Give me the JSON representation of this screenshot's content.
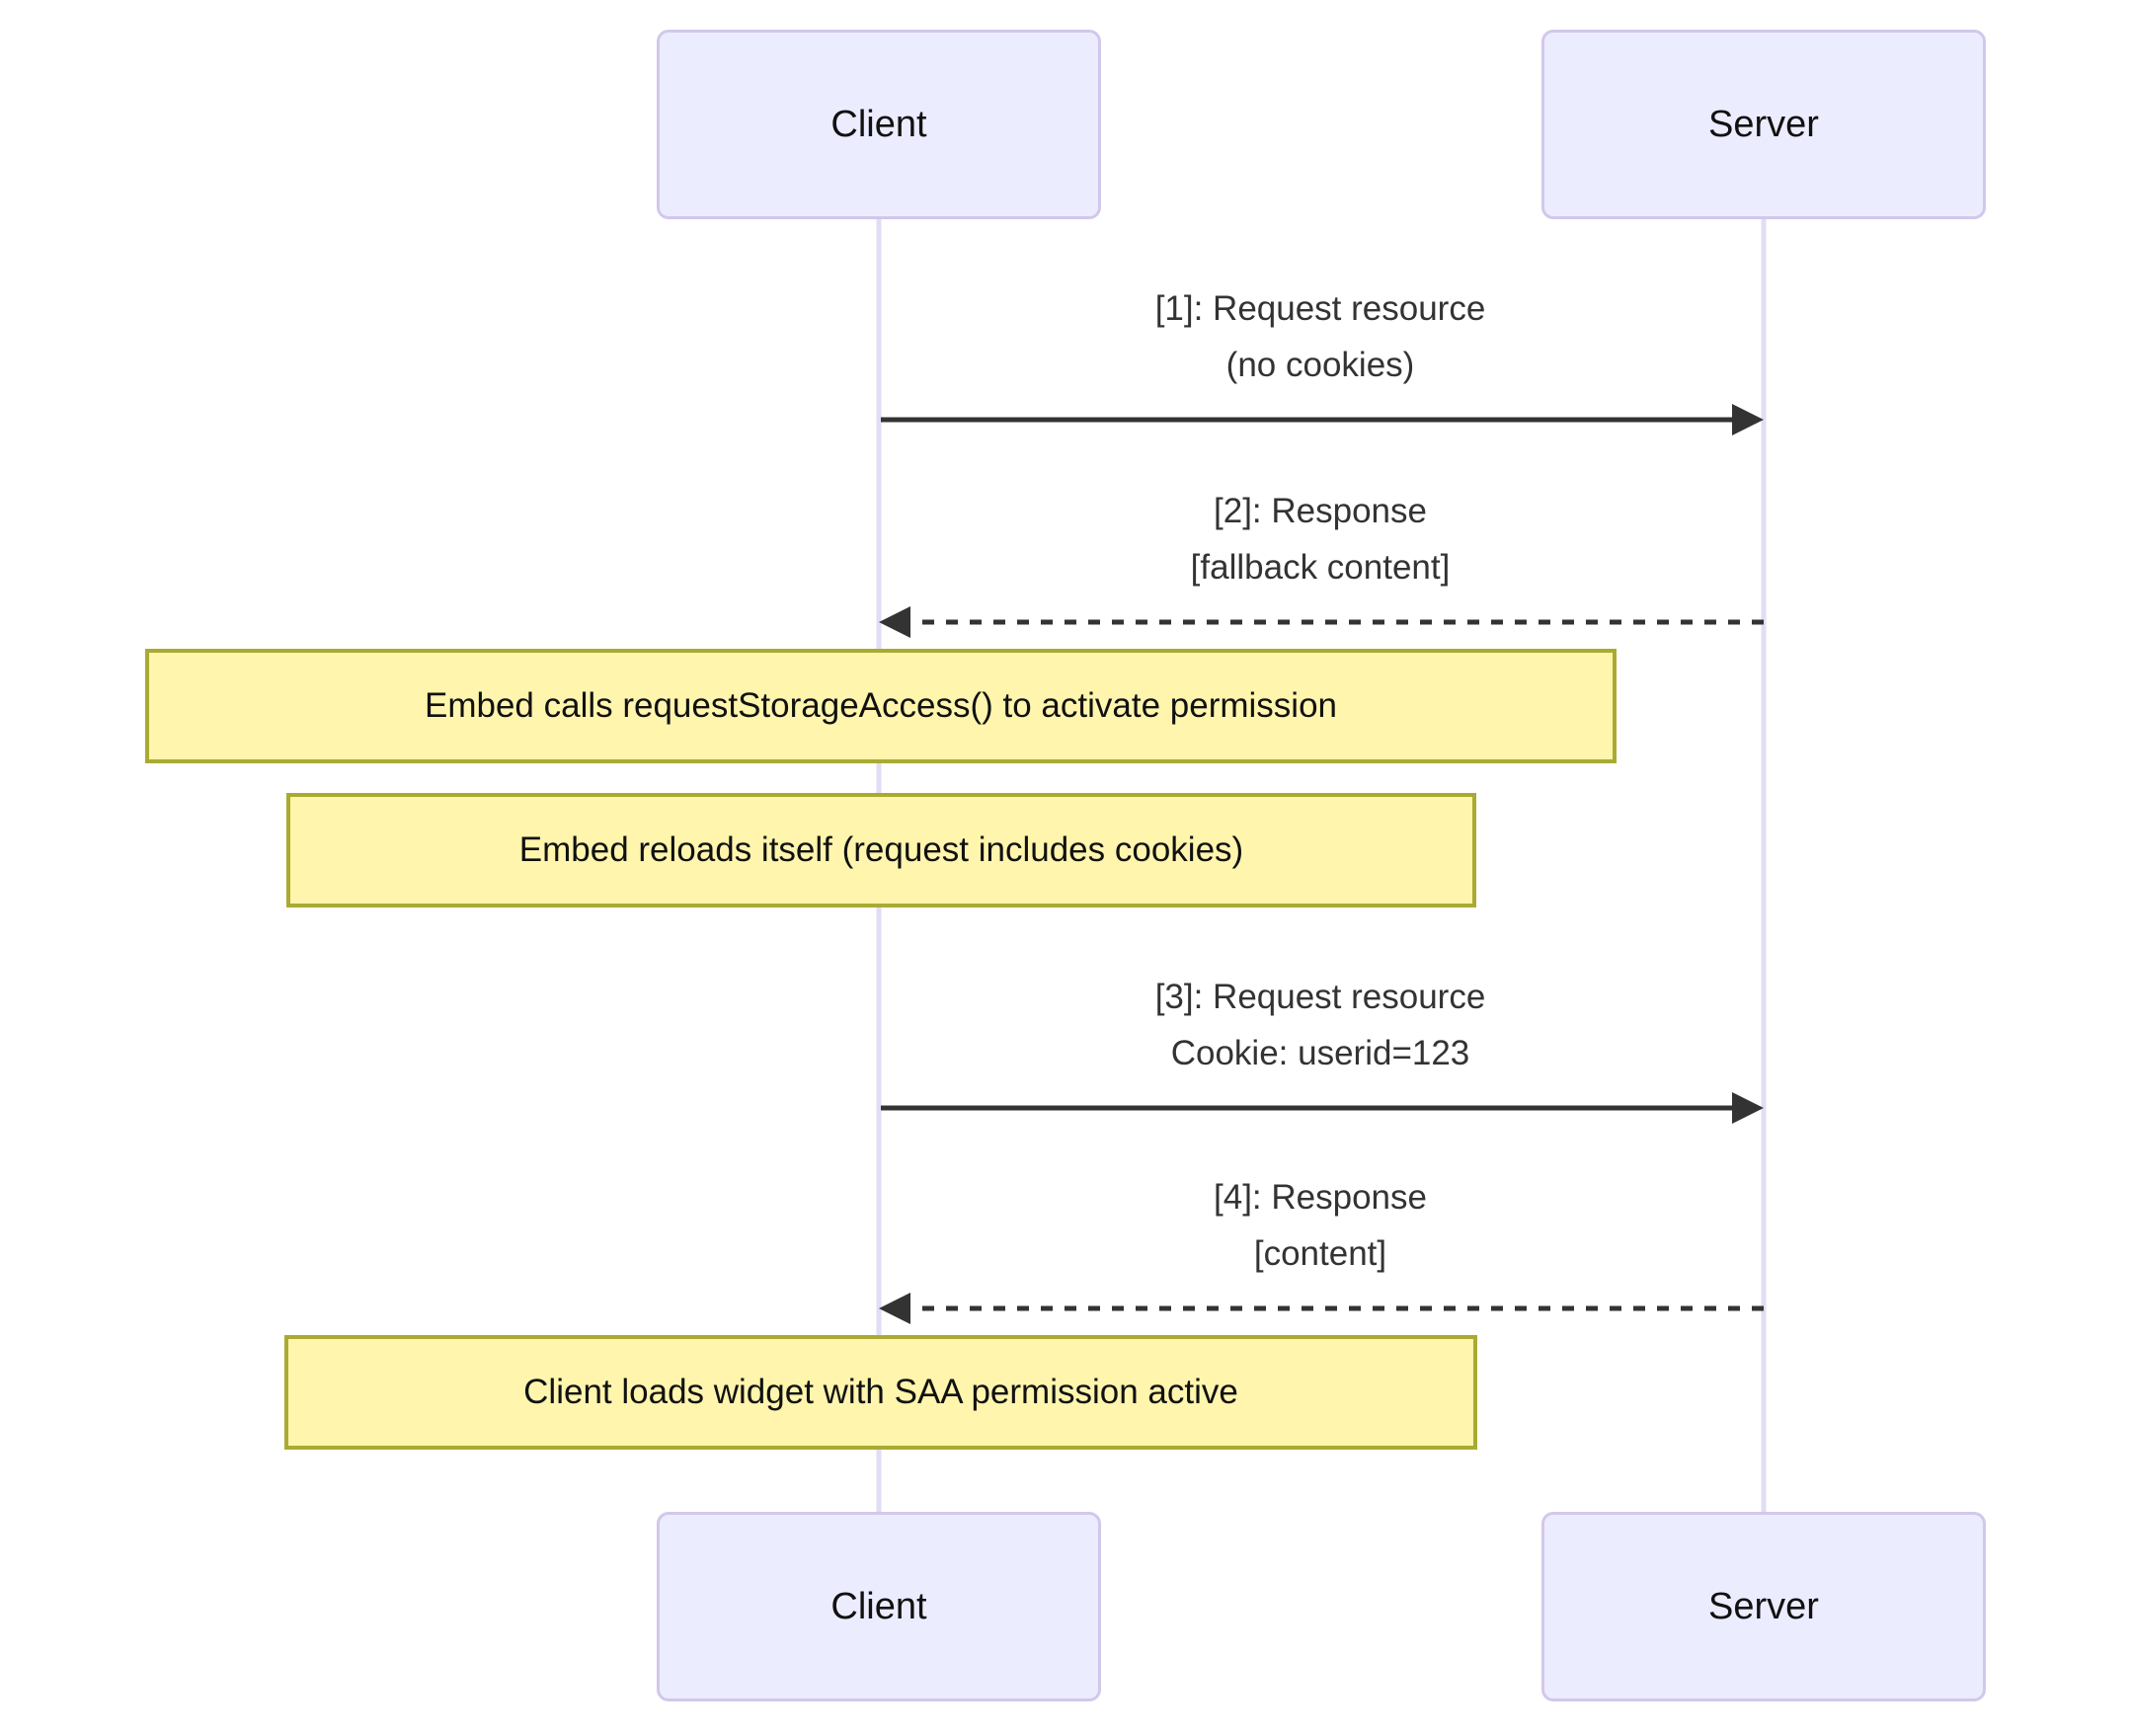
{
  "diagram": {
    "type": "sequence",
    "actors": [
      {
        "label": "Client"
      },
      {
        "label": "Server"
      }
    ],
    "messages": [
      {
        "label_line1": "[1]: Request resource",
        "label_line2": "(no cookies)",
        "from": "Client",
        "to": "Server",
        "line_style": "solid"
      },
      {
        "label_line1": "[2]: Response",
        "label_line2": "[fallback content]",
        "from": "Server",
        "to": "Client",
        "line_style": "dashed"
      },
      {
        "label_line1": "[3]: Request resource",
        "label_line2": "Cookie: userid=123",
        "from": "Client",
        "to": "Server",
        "line_style": "solid"
      },
      {
        "label_line1": "[4]: Response",
        "label_line2": "[content]",
        "from": "Server",
        "to": "Client",
        "line_style": "dashed"
      }
    ],
    "notes": [
      {
        "text": "Embed calls requestStorageAccess() to activate permission",
        "position": "over Client"
      },
      {
        "text": "Embed reloads itself (request includes cookies)",
        "position": "over Client"
      },
      {
        "text": "Client loads widget with SAA permission active",
        "position": "over Client"
      }
    ],
    "colors": {
      "background": "#FFFFFF",
      "actor_fill": "#ECECFF",
      "actor_border": "#D2C7EC",
      "lifeline": "#E2DCF4",
      "note_fill": "#FFF5AD",
      "note_border": "#AAAA33",
      "message_line": "#333333",
      "message_text": "#333333",
      "actor_text": "#111111"
    }
  }
}
